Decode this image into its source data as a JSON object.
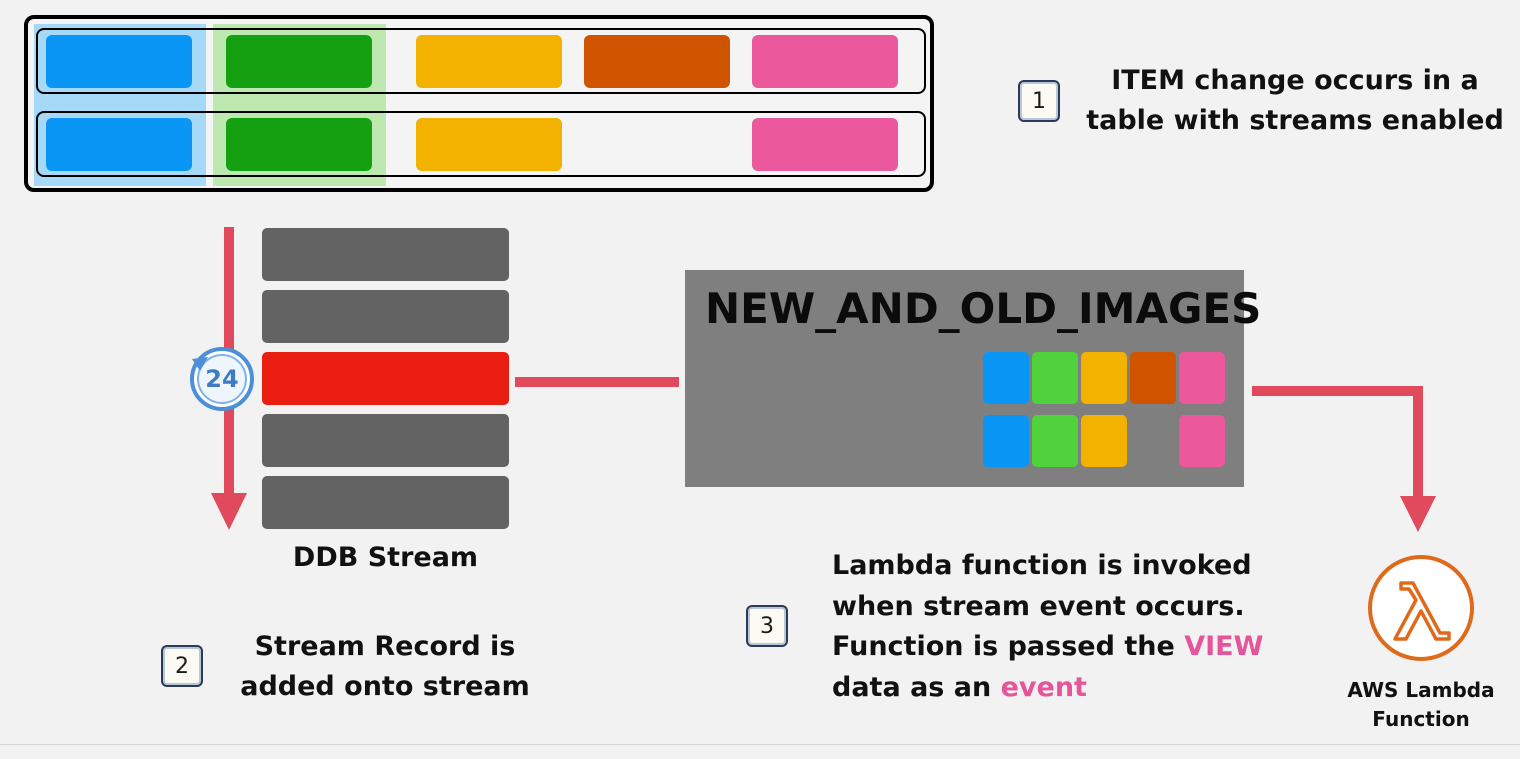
{
  "table": {
    "row1_colors": [
      "#0a96f5",
      "#15a011",
      "#f4b200",
      "#d05400",
      "#ec589c"
    ],
    "row2_colors": [
      "#0a96f5",
      "#15a011",
      "#f4b200",
      null,
      "#ec589c"
    ]
  },
  "step1": {
    "number": "1",
    "line1": "ITEM change occurs in a",
    "line2": "table with streams enabled"
  },
  "stream": {
    "retention_badge": "24",
    "label": "DDB Stream",
    "record_color": "#e91e10",
    "empty_record_color": "#636363",
    "arrow_color": "#e04a5c"
  },
  "step2": {
    "number": "2",
    "line1": "Stream Record is",
    "line2": "added onto stream"
  },
  "view": {
    "title": "NEW_AND_OLD_IMAGES",
    "row1_colors": [
      "#0a96f5",
      "#4fd23c",
      "#f4b200",
      "#d05400",
      "#ec589c"
    ],
    "row2_colors": [
      "#0a96f5",
      "#4fd23c",
      "#f4b200",
      null,
      "#ec589c"
    ]
  },
  "step3": {
    "number": "3",
    "line1": "Lambda function is invoked",
    "line2": "when stream event occurs.",
    "line3_prefix": "Function is passed the ",
    "line3_highlight": "VIEW",
    "line4_prefix": "data as an ",
    "line4_highlight": "event",
    "highlight_color": "#e6549a"
  },
  "lambda": {
    "icon": "aws-lambda-icon",
    "icon_color": "#e06a1c",
    "label_line1": "AWS Lambda",
    "label_line2": "Function"
  }
}
